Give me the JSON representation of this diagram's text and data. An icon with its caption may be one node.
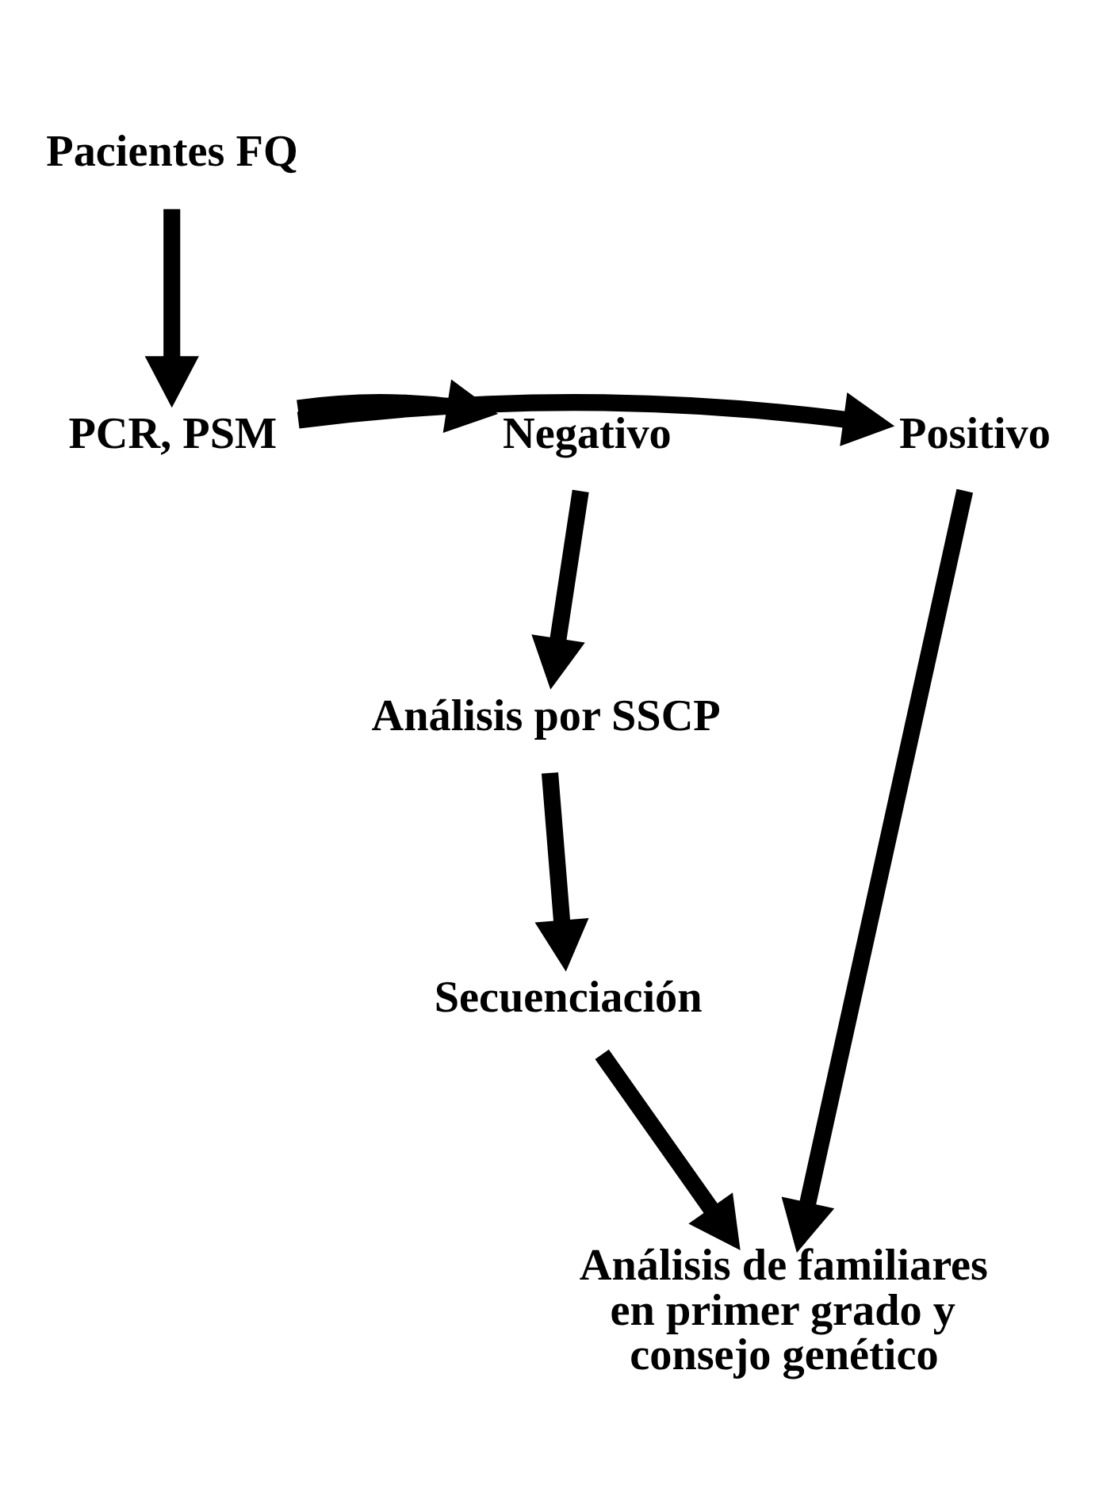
{
  "diagram": {
    "nodes": [
      {
        "text": [
          "Pacientes FQ"
        ]
      },
      {
        "text": [
          "PCR, PSM"
        ]
      },
      {
        "text": [
          "Positivo"
        ]
      },
      {
        "text": [
          "Negativo"
        ]
      },
      {
        "text": [
          "Análisis por SSCP"
        ]
      },
      {
        "text": [
          "Secuenciación"
        ]
      },
      {
        "text": [
          "Análisis de familiares en primer grado y consejo genético"
        ]
      }
    ],
    "edges": [
      {
        "from": 0,
        "to": 1,
        "arrow": "to"
      },
      {
        "from": 1,
        "to": 2,
        "arrow": "to"
      },
      {
        "from": 1,
        "to": 3,
        "arrow": "to"
      },
      {
        "from": 3,
        "to": 4,
        "arrow": "to"
      },
      {
        "from": 4,
        "to": 5,
        "arrow": "to"
      },
      {
        "from": 2,
        "to": 6,
        "arrow": "to"
      },
      {
        "from": 5,
        "to": 6,
        "arrow": "to"
      }
    ]
  }
}
